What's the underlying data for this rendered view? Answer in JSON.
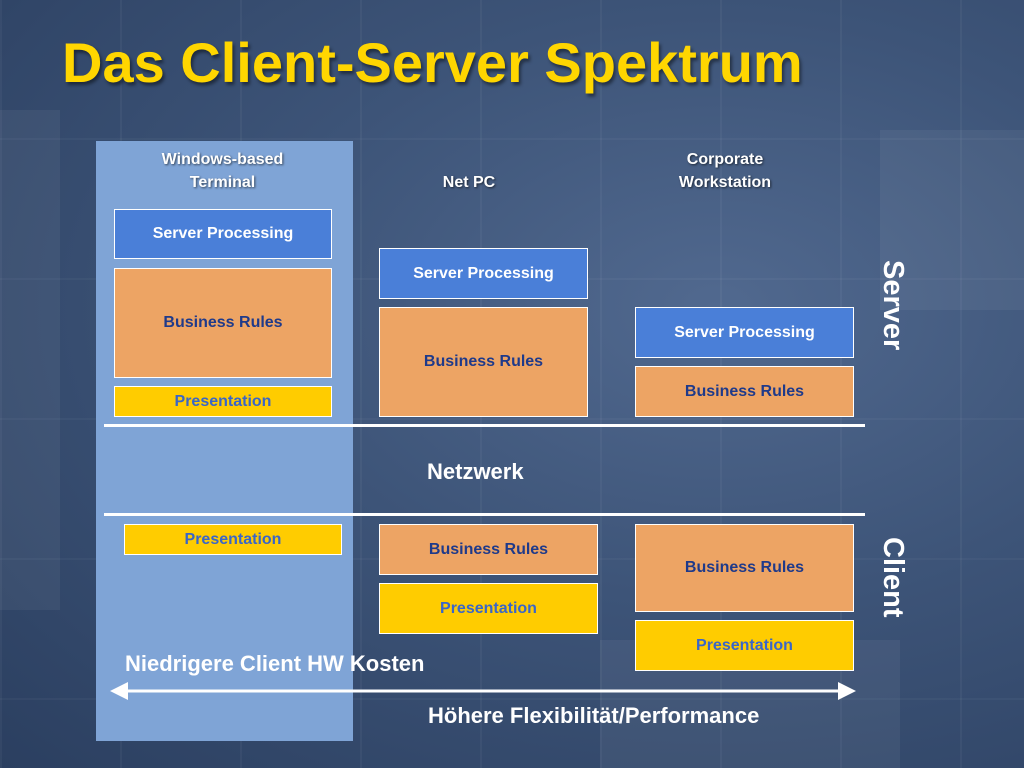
{
  "slide": {
    "title": "Das Client-Server Spektrum"
  },
  "columns": [
    {
      "heading": "Windows-based\nTerminal"
    },
    {
      "heading": "Net PC"
    },
    {
      "heading": "Corporate\nWorkstation"
    }
  ],
  "server_side": {
    "label": "Server",
    "col1": [
      "Server Processing",
      "Business Rules",
      "Presentation"
    ],
    "col2": [
      "Server Processing",
      "Business Rules"
    ],
    "col3": [
      "Server Processing",
      "Business Rules"
    ]
  },
  "network": {
    "label": "Netzwerk"
  },
  "client_side": {
    "label": "Client",
    "col1": [
      "Presentation"
    ],
    "col2": [
      "Business Rules",
      "Presentation"
    ],
    "col3": [
      "Business Rules",
      "Presentation"
    ]
  },
  "spectrum": {
    "left_label": "Niedrigere Client HW Kosten",
    "right_label": "Höhere Flexibilität/Performance"
  },
  "colors": {
    "title": "#ffd600",
    "server_processing": "#4a7fd8",
    "business_rules": "#eda464",
    "presentation": "#ffcc00",
    "terminal_band": "#7fa4d6"
  }
}
